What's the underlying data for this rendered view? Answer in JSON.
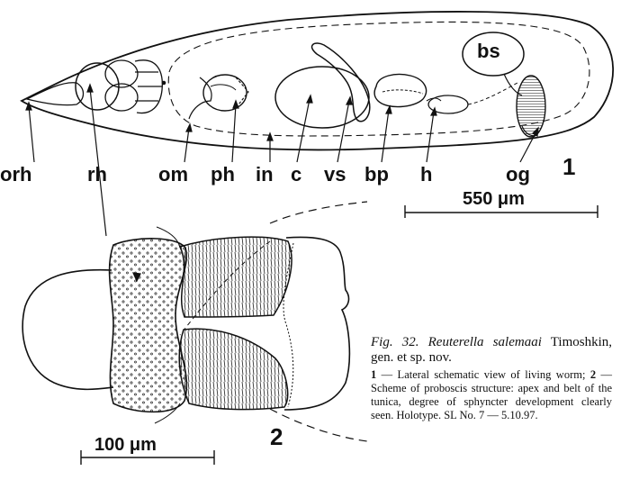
{
  "figure1": {
    "number": "1",
    "labels": {
      "orh": "orh",
      "rh": "rh",
      "om": "om",
      "ph": "ph",
      "in": "in",
      "c": "c",
      "vs": "vs",
      "bp": "bp",
      "h": "h",
      "og": "og",
      "bs": "bs"
    },
    "scale_bar": "550 μm"
  },
  "figure2": {
    "number": "2",
    "scale_bar": "100 μm"
  },
  "caption": {
    "fig_label": "Fig. 32.",
    "genus_species": "Reuterella salemaai",
    "authority": "Timoshkin, gen. et sp. nov.",
    "part1_num": "1",
    "part1_text": "— Lateral schematic view of living worm;",
    "part2_num": "2",
    "part2_text": "— Scheme of proboscis structure: apex and belt of the tunica, degree of sphyncter development clearly seen. Holotype. SL No. 7 — 5.10.97."
  }
}
